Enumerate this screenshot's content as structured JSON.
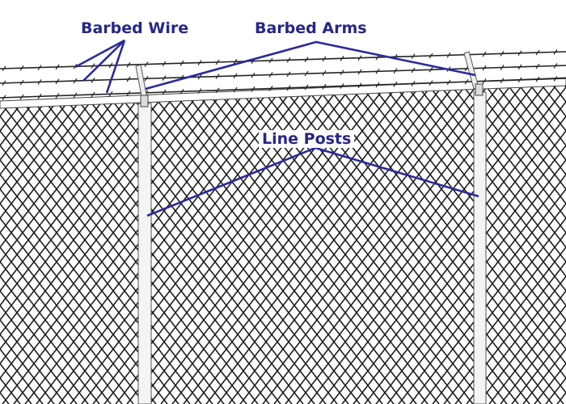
{
  "labels": {
    "barbed_wire": "Barbed Wire",
    "barbed_arms": "Barbed Arms",
    "line_posts": "Line Posts"
  },
  "colors": {
    "label": "#26268a",
    "leader": "#2a2aa0",
    "mesh": "#1a1a1a",
    "post": "#f4f4f4"
  }
}
